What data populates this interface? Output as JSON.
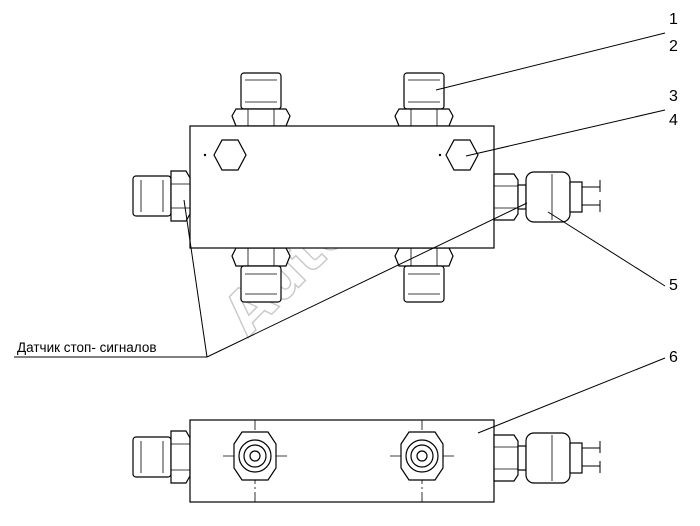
{
  "callouts": {
    "c1": "1",
    "c2": "2",
    "c3": "3",
    "c4": "4",
    "c5": "5",
    "c6": "6"
  },
  "caption": "Датчик стоп- сигналов",
  "watermark": "AutoSoft"
}
